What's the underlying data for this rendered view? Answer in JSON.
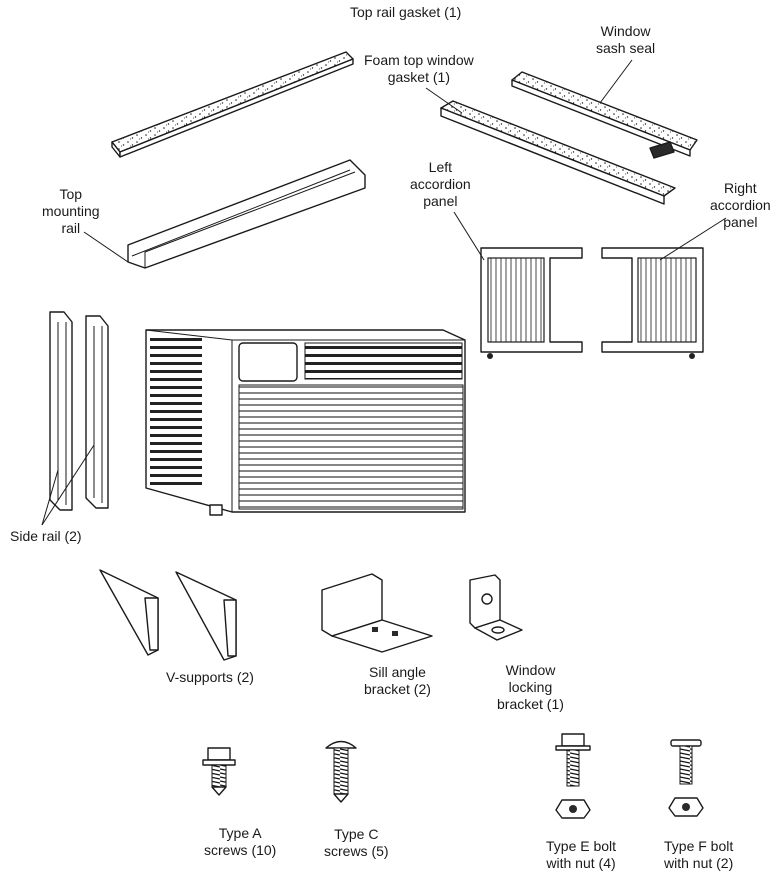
{
  "labels": {
    "top_rail_gasket": "Top rail gasket (1)",
    "window_sash_seal": [
      "Window",
      "sash seal"
    ],
    "foam_top_window_gasket": [
      "Foam top window",
      "gasket (1)"
    ],
    "top_mounting_rail": [
      "Top",
      "mounting",
      "rail"
    ],
    "left_accordion_panel": [
      "Left",
      "accordion",
      "panel"
    ],
    "right_accordion_panel": [
      "Right",
      "accordion",
      "panel"
    ],
    "side_rail": "Side rail (2)",
    "v_supports": "V-supports (2)",
    "sill_angle_bracket": [
      "Sill angle",
      "bracket (2)"
    ],
    "window_locking_bracket": [
      "Window",
      "locking",
      "bracket (1)"
    ],
    "type_a_screws": [
      "Type A",
      "screws (10)"
    ],
    "type_c_screws": [
      "Type C",
      "screws (5)"
    ],
    "type_e_bolt": [
      "Type E bolt",
      "with nut (4)"
    ],
    "type_f_bolt": [
      "Type F bolt",
      "with nut (2)"
    ]
  }
}
